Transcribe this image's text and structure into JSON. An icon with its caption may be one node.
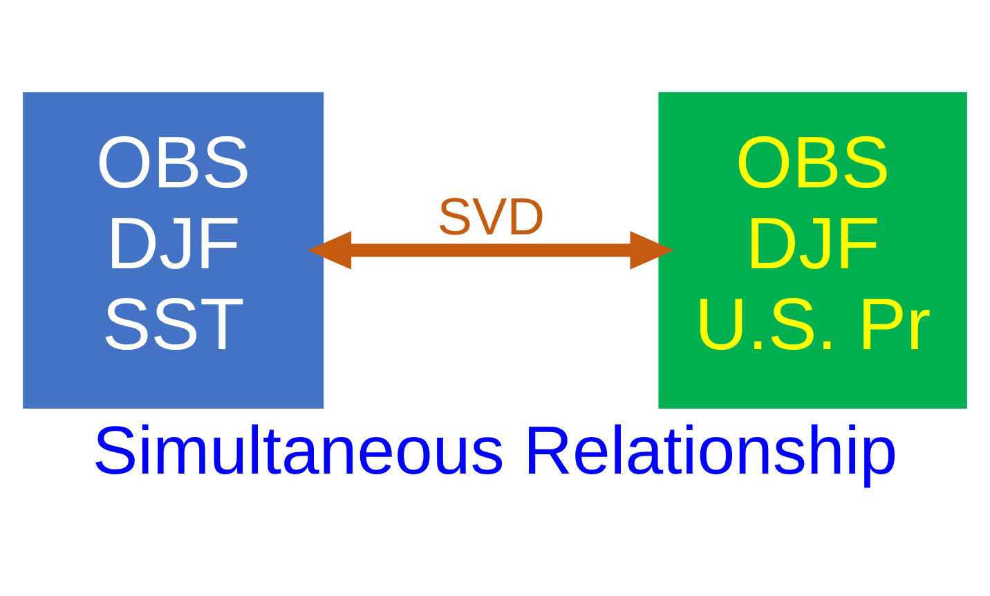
{
  "diagram": {
    "caption": "Simultaneous Relationship",
    "nodes": [
      {
        "text": [
          "OBS",
          "DJF",
          "SST"
        ]
      },
      {
        "text": [
          "OBS",
          "DJF",
          "U.S. Pr"
        ]
      }
    ],
    "edges": [
      {
        "from": 0,
        "to": 1,
        "arrow": "both",
        "label": "SVD"
      }
    ]
  }
}
